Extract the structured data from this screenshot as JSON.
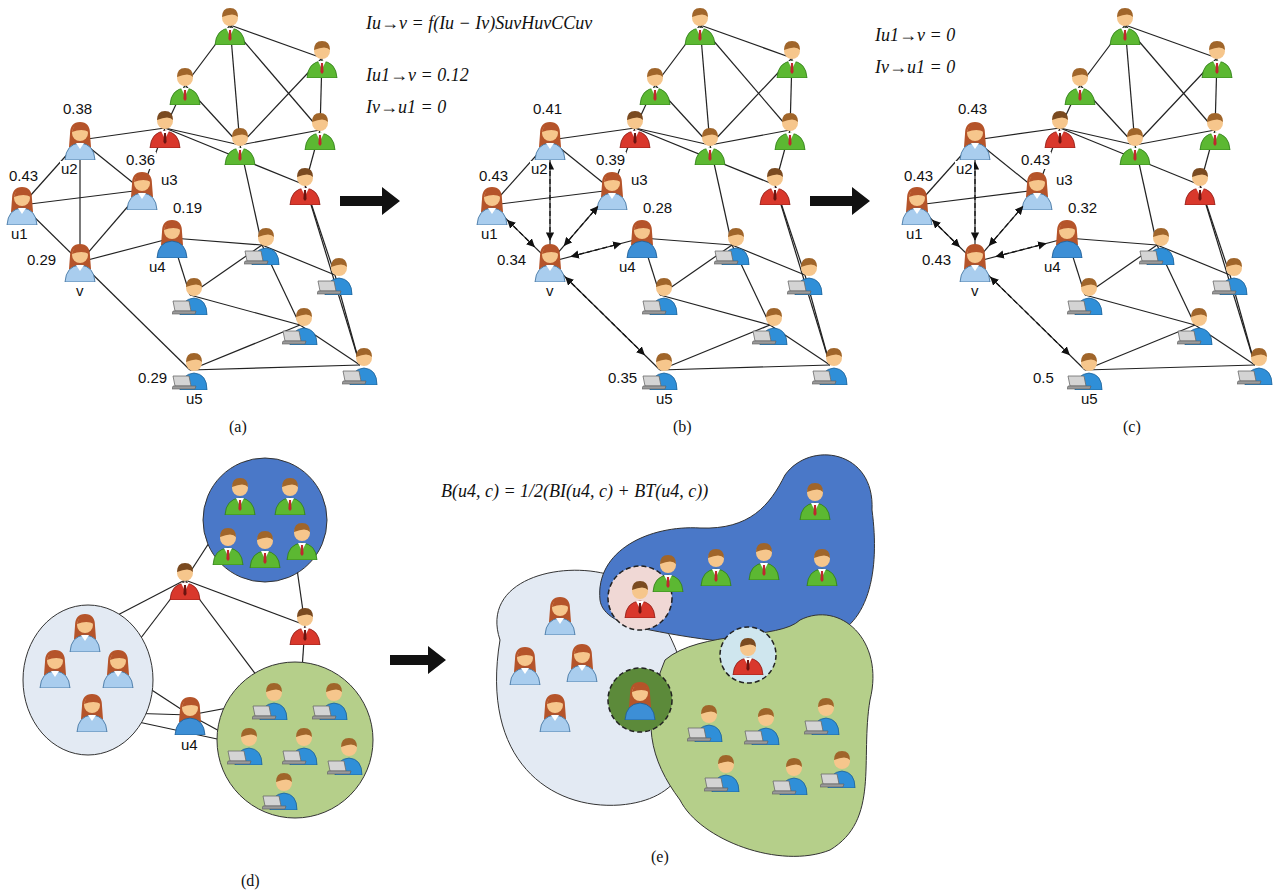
{
  "diagram": {
    "labels": [
      "0.43",
      "u1",
      "0.38",
      "u2",
      "0.36",
      "u3",
      "0.19",
      "u4",
      "0.29",
      "v",
      "0.29",
      "u5",
      "Iu→v = f(Iu − Iv)SuvHuvCCuv",
      "Iu1→v = 0.12",
      "Iv→u1 = 0",
      "0.43",
      "u1",
      "0.41",
      "u2",
      "0.39",
      "u3",
      "0.28",
      "u4",
      "0.34",
      "v",
      "0.35",
      "u5",
      "Iu1→v = 0",
      "Iv→u1 = 0",
      "0.43",
      "u1",
      "0.43",
      "u2",
      "0.43",
      "u3",
      "0.32",
      "u4",
      "0.43",
      "v",
      "0.5",
      "u5",
      "u4",
      "B(u4, c) = 1/2(BI(u4, c) + BT(u4, c))",
      "(a)",
      "(b)",
      "(c)",
      "(d)",
      "(e)"
    ]
  }
}
